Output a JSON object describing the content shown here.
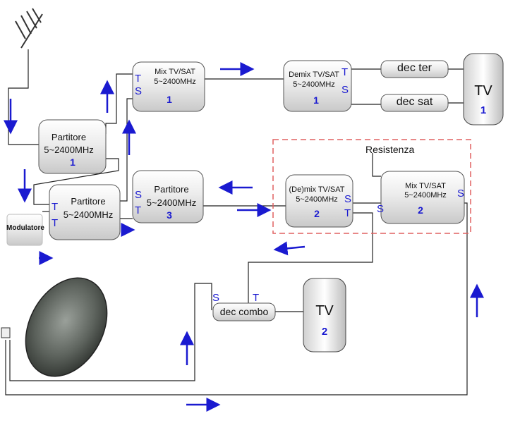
{
  "boxes": {
    "mix1": {
      "title": "Mix TV/SAT",
      "freq": "5~2400MHz",
      "num": "1"
    },
    "demix1": {
      "title": "Demix TV/SAT",
      "freq": "5~2400MHz",
      "num": "1"
    },
    "partitore1": {
      "title": "Partitore",
      "freq": "5~2400MHz",
      "num": "1"
    },
    "partitore2": {
      "title": "Partitore",
      "freq": "5~2400MHz"
    },
    "partitore3": {
      "title": "Partitore",
      "freq": "5~2400MHz",
      "num": "3"
    },
    "demix2": {
      "title": "(De)mix TV/SAT",
      "freq": "5~2400MHz",
      "num": "2"
    },
    "mix2": {
      "title": "Mix TV/SAT",
      "freq": "5~2400MHz",
      "num": "2"
    },
    "dec_ter": {
      "title": "dec ter"
    },
    "dec_sat": {
      "title": "dec sat"
    },
    "dec_combo": {
      "title": "dec combo"
    },
    "tv1": {
      "title": "TV",
      "num": "1"
    },
    "tv2": {
      "title": "TV",
      "num": "2"
    },
    "modulatore": {
      "title": "Modulatore"
    }
  },
  "resistenza": "Resistenza",
  "ports": {
    "t": "T",
    "s": "S"
  },
  "colors": {
    "arrow": "#1a1ad0",
    "wire": "#222222",
    "dashed": "#e06060",
    "box_fill": "#e8e8e8"
  }
}
